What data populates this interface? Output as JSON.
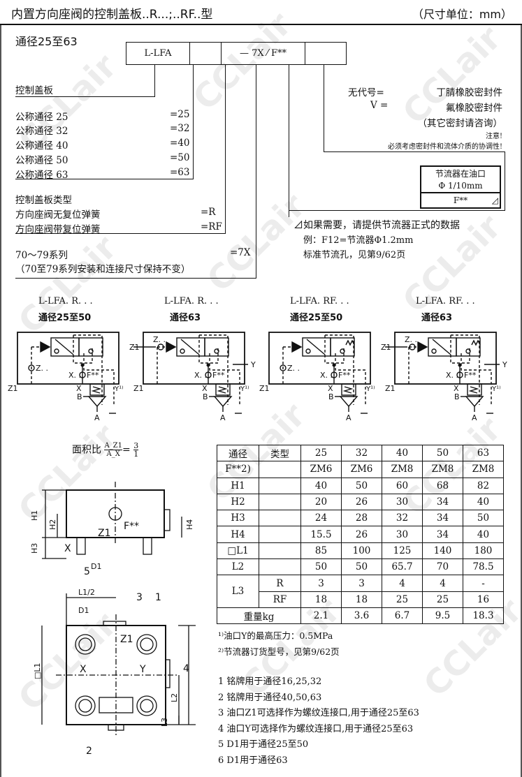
{
  "header": {
    "title": "内置方向座阀的控制盖板..R...;..RF..型",
    "units": "（尺寸单位：mm）"
  },
  "ordering": {
    "size_range": "通径25至63",
    "code_boxes": [
      "L-LFA",
      "",
      "",
      "— 7X ⁄ F**",
      ""
    ],
    "cover_label": "控制盖板",
    "sizes": [
      {
        "label": "公称通径 25",
        "code": "=25"
      },
      {
        "label": "公称通径 32",
        "code": "=32"
      },
      {
        "label": "公称通径 40",
        "code": "=40"
      },
      {
        "label": "公称通径 50",
        "code": "=50"
      },
      {
        "label": "公称通径 63",
        "code": "=63"
      }
    ],
    "type_heading": "控制盖板类型",
    "types": [
      {
        "label": "方向座阀无复位弹簧",
        "code": "=R"
      },
      {
        "label": "方向座阀带复位弹簧",
        "code": "=RF"
      }
    ],
    "series": {
      "label": "70～79系列",
      "code": "=7X",
      "note": "（70至79系列安装和连接尺寸保持不变）"
    },
    "seals": [
      {
        "code": "无代号=",
        "label": "丁腈橡胶密封件"
      },
      {
        "code": "V =",
        "label": "氟橡胶密封件"
      }
    ],
    "seals_other": "（其它密封请咨询）",
    "attention": "注意!",
    "attention_text": "必须考虑密封件和流体介质的协调性!",
    "throttle_box": {
      "line1": "节流器在油口",
      "line2": "Φ 1/10mm",
      "code": "F**"
    },
    "throttle_notes": [
      "⊿如果需要，请提供节流器正式的数据",
      "例：F12=节流器Φ1.2mm",
      "标准节流孔，见第9/62页"
    ]
  },
  "symbols": [
    {
      "model": "L-LFA. R. . .",
      "size": "通径25至50",
      "spring": false,
      "z1_side": false
    },
    {
      "model": "L-LFA. R. . .",
      "size": "通径63",
      "spring": false,
      "z1_side": true
    },
    {
      "model": "L-LFA. RF. . .",
      "size": "通径25至50",
      "spring": true,
      "z1_side": false
    },
    {
      "model": "L-LFA. RF. . .",
      "size": "通径63",
      "spring": true,
      "z1_side": true
    }
  ],
  "symbol_labels": {
    "z": "Z. .",
    "z1": "Z1",
    "x": "X. .",
    "f": "F**",
    "xp": "X",
    "y": "Y¹⁾",
    "yp": "Y",
    "a": "A",
    "b": "B"
  },
  "area_ratio": {
    "label": "面积比",
    "num": "A_Z1",
    "den": "A_X",
    "value_num": "3",
    "value_den": "1"
  },
  "drawing_labels": {
    "h1": "H1",
    "h2": "H2",
    "h3": "H3",
    "h4": "H4",
    "x": "X",
    "z1": "Z1",
    "f": "F**",
    "d1": "D1",
    "n5": "5",
    "l12": "L1/2",
    "n3": "3",
    "n1": "1",
    "n4": "4",
    "n2": "2",
    "y": "Y",
    "l1": "□L1",
    "l2": "L2",
    "l3": "L3"
  },
  "table": {
    "header": [
      "通径",
      "类型",
      "25",
      "32",
      "40",
      "50",
      "63"
    ],
    "rows": [
      [
        "F**2)",
        "",
        "ZM6",
        "ZM6",
        "ZM8",
        "ZM8",
        "ZM8"
      ],
      [
        "H1",
        "",
        "40",
        "50",
        "60",
        "68",
        "82"
      ],
      [
        "H2",
        "",
        "20",
        "26",
        "30",
        "34",
        "40"
      ],
      [
        "H3",
        "",
        "24",
        "28",
        "32",
        "34",
        "50"
      ],
      [
        "H4",
        "",
        "15.5",
        "26",
        "30",
        "34",
        "40"
      ],
      [
        "□L1",
        "",
        "85",
        "100",
        "125",
        "140",
        "180"
      ],
      [
        "L2",
        "",
        "50",
        "50",
        "65.7",
        "70",
        "78.5"
      ]
    ],
    "l3": {
      "label": "L3",
      "r": [
        "R",
        "3",
        "3",
        "4",
        "4",
        "-"
      ],
      "rf": [
        "RF",
        "18",
        "18",
        "25",
        "25",
        "16"
      ]
    },
    "weight": [
      "重量kg",
      "2.1",
      "3.6",
      "6.7",
      "9.5",
      "18.3"
    ]
  },
  "footnotes": [
    "¹⁾油口Y的最高压力：0.5MPa",
    "²⁾节流器订货型号，见第9/62页"
  ],
  "legend": [
    "1  铭牌用于通径16,25,32",
    "2  铭牌用于通径40,50,63",
    "3  油口Z1可选择作为螺纹连接口,用于通径25至63",
    "4  油口Y可选择作为螺纹连接口,用于通径25至63",
    "5  D1用于通径25至50",
    "6  D1用于通径63"
  ]
}
